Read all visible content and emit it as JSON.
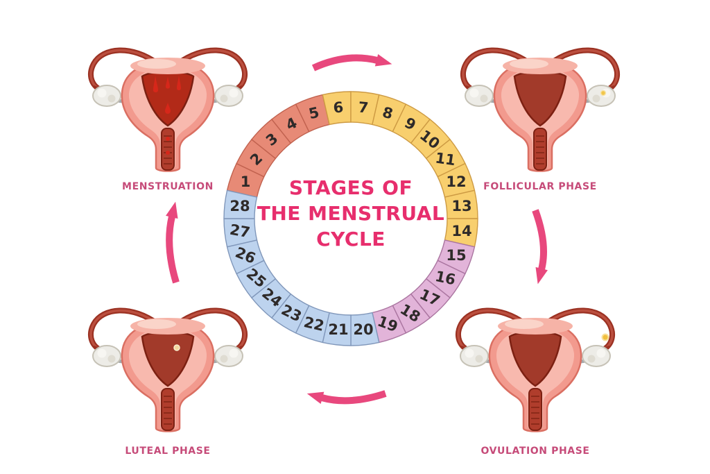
{
  "title": {
    "text_lines": [
      "STAGES OF",
      "THE MENSTRUAL",
      "CYCLE"
    ],
    "color": "#e72e6d"
  },
  "ring": {
    "total_days": 28,
    "days": [
      1,
      2,
      3,
      4,
      5,
      6,
      7,
      8,
      9,
      10,
      11,
      12,
      13,
      14,
      15,
      16,
      17,
      18,
      19,
      20,
      21,
      22,
      23,
      24,
      25,
      26,
      27,
      28
    ],
    "number_color": "#2e2a29"
  },
  "phases": [
    {
      "name": "Menstruation",
      "label": "MENSTRUATION",
      "day_range": [
        1,
        5
      ],
      "fill": "#e78a76",
      "stroke": "#c1624f",
      "position": "top-left"
    },
    {
      "name": "Follicular phase",
      "label": "FOLLICULAR PHASE",
      "day_range": [
        6,
        14
      ],
      "fill": "#f8cf6e",
      "stroke": "#cd9a43",
      "position": "top-right"
    },
    {
      "name": "Ovulation phase",
      "label": "OVULATION PHASE",
      "day_range": [
        15,
        19
      ],
      "fill": "#e2b4d9",
      "stroke": "#aa75a0",
      "position": "bottom-right"
    },
    {
      "name": "Luteal phase",
      "label": "LUTEAL PHASE",
      "day_range": [
        20,
        28
      ],
      "fill": "#bdd3ee",
      "stroke": "#8097ba",
      "position": "bottom-left"
    }
  ],
  "corner_label_color": "#c64b79",
  "arrows": {
    "color": "#e8487d",
    "items": [
      {
        "name": "top",
        "direction": "left-to-right"
      },
      {
        "name": "right",
        "direction": "top-to-bottom"
      },
      {
        "name": "bottom",
        "direction": "right-to-left"
      },
      {
        "name": "left",
        "direction": "bottom-to-top"
      }
    ]
  }
}
